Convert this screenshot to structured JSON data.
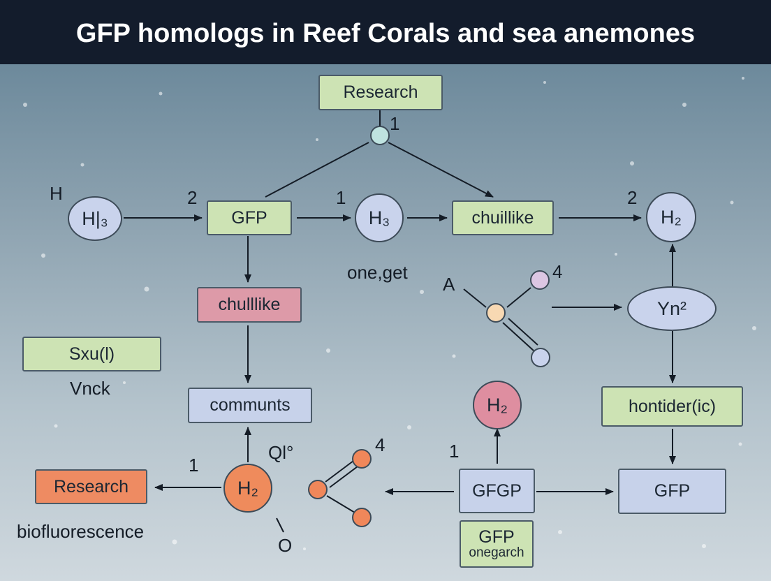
{
  "title": "GFP homologs in Reef Corals and sea anemones",
  "nodes": {
    "research_top": "Research",
    "gfp_main": "GFP",
    "chuillike_right": "chuillike",
    "chulllike_mid": "chulllike",
    "comments": "communts",
    "sxu": "Sxu(l)",
    "hontider": "hontider(ic)",
    "gfgp": "GFGP",
    "gfp_right": "GFP",
    "gfp_small": "GFP",
    "gfp_small_sub": "onegarch",
    "research_bottom": "Research",
    "yn": "Yn²",
    "h_left": "H|₃",
    "h3_mid": "H₃",
    "h2_right": "H₂",
    "h2_pink": "H₂",
    "h2_orange": "H₂"
  },
  "labels": {
    "h_top_left": "H",
    "num_1_top": "1",
    "num_2_left": "2",
    "num_1_mid": "1",
    "num_2_right": "2",
    "oneget": "one,get",
    "a_label": "A",
    "num_4_mol": "4",
    "vnck": "Vnck",
    "ql": "Ql°",
    "num_1_bottom": "1",
    "num_4_bottom": "4",
    "num_1_gfgp": "1",
    "o_label": "O",
    "biofluorescence": "biofluorescence"
  },
  "colors": {
    "title_bar": "#131c2c",
    "green_box": "#cde3b4",
    "pink_box": "#dd9aa8",
    "blue_box": "#c7d2ea",
    "orange_box": "#ee8b62",
    "circle_blue": "#c9d3ec",
    "circle_pink": "#de8ea0",
    "circle_orange": "#ef8b5c",
    "node_teal": "#bfe3e0",
    "node_lilac": "#dcc6e3",
    "node_peach": "#f8d9b3",
    "node_orange": "#f0875a"
  }
}
